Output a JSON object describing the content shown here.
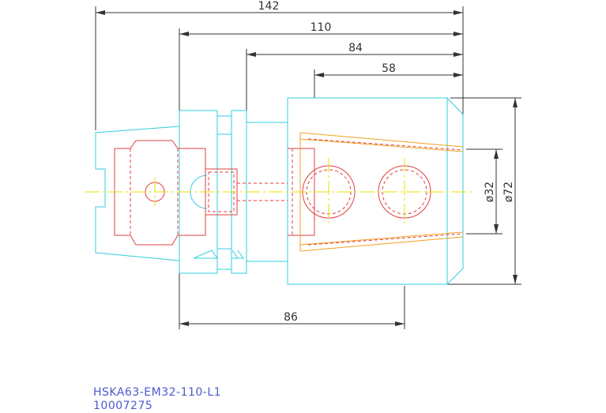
{
  "dimensions": {
    "overall_length": "142",
    "length_2": "110",
    "length_3": "84",
    "length_4": "58",
    "flange_to_body": "86",
    "bore_diameter": "ø32",
    "outer_diameter": "ø72"
  },
  "caption": {
    "part_number": "HSKA63-EM32-110-L1",
    "article_number": "10007275"
  },
  "colors": {
    "outline": "#33ccdd",
    "hidden": "#e04040",
    "insert": "#f0a020",
    "centerline": "#e8e000",
    "dimension": "#333333",
    "caption": "#4a5ad0"
  }
}
